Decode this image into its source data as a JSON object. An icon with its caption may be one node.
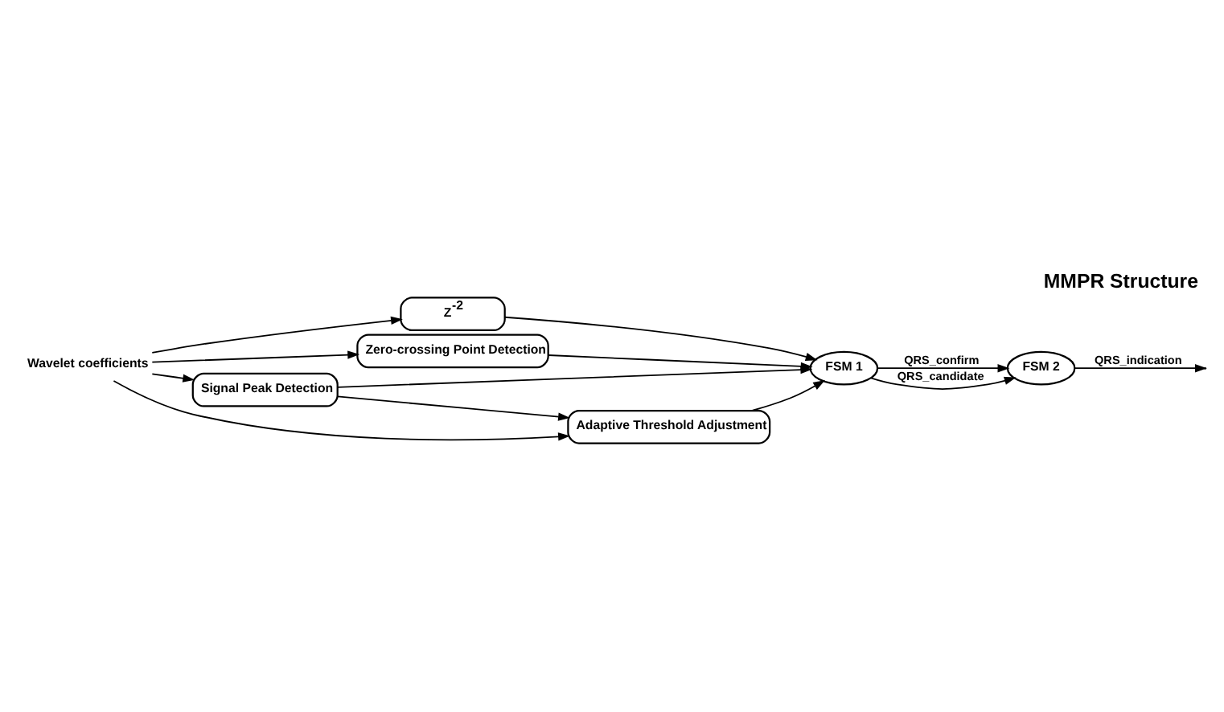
{
  "diagram": {
    "title": "MMPR Structure",
    "nodes": [
      {
        "text": [
          "Wavelet coefficients"
        ]
      },
      {
        "text": [
          "Z$^{-2}$"
        ]
      },
      {
        "text": [
          "Zero-crossing Point Detection"
        ]
      },
      {
        "text": [
          "Signal Peak Detection"
        ]
      },
      {
        "text": [
          "Adaptive Threshold Adjustment"
        ]
      },
      {
        "text": [
          "FSM 1"
        ]
      },
      {
        "text": [
          "FSM 2"
        ]
      }
    ],
    "edges": [
      {
        "from": 0,
        "to": 1,
        "arrow": "to"
      },
      {
        "from": 0,
        "to": 2,
        "arrow": "to"
      },
      {
        "from": 0,
        "to": 3,
        "arrow": "to"
      },
      {
        "from": 0,
        "to": 4,
        "arrow": "to"
      },
      {
        "from": 1,
        "to": 5,
        "arrow": "to"
      },
      {
        "from": 2,
        "to": 5,
        "arrow": "to"
      },
      {
        "from": 3,
        "to": 5,
        "arrow": "to"
      },
      {
        "from": 3,
        "to": 4,
        "arrow": "to"
      },
      {
        "from": 4,
        "to": 5,
        "arrow": "to"
      },
      {
        "from": 5,
        "to": 6,
        "arrow": "to",
        "label": "QRS_confirm"
      },
      {
        "from": 5,
        "to": 6,
        "arrow": "to",
        "label": "QRS_candidate"
      },
      {
        "from": 6,
        "to": null,
        "arrow": "to",
        "label": "QRS_indication"
      }
    ]
  }
}
